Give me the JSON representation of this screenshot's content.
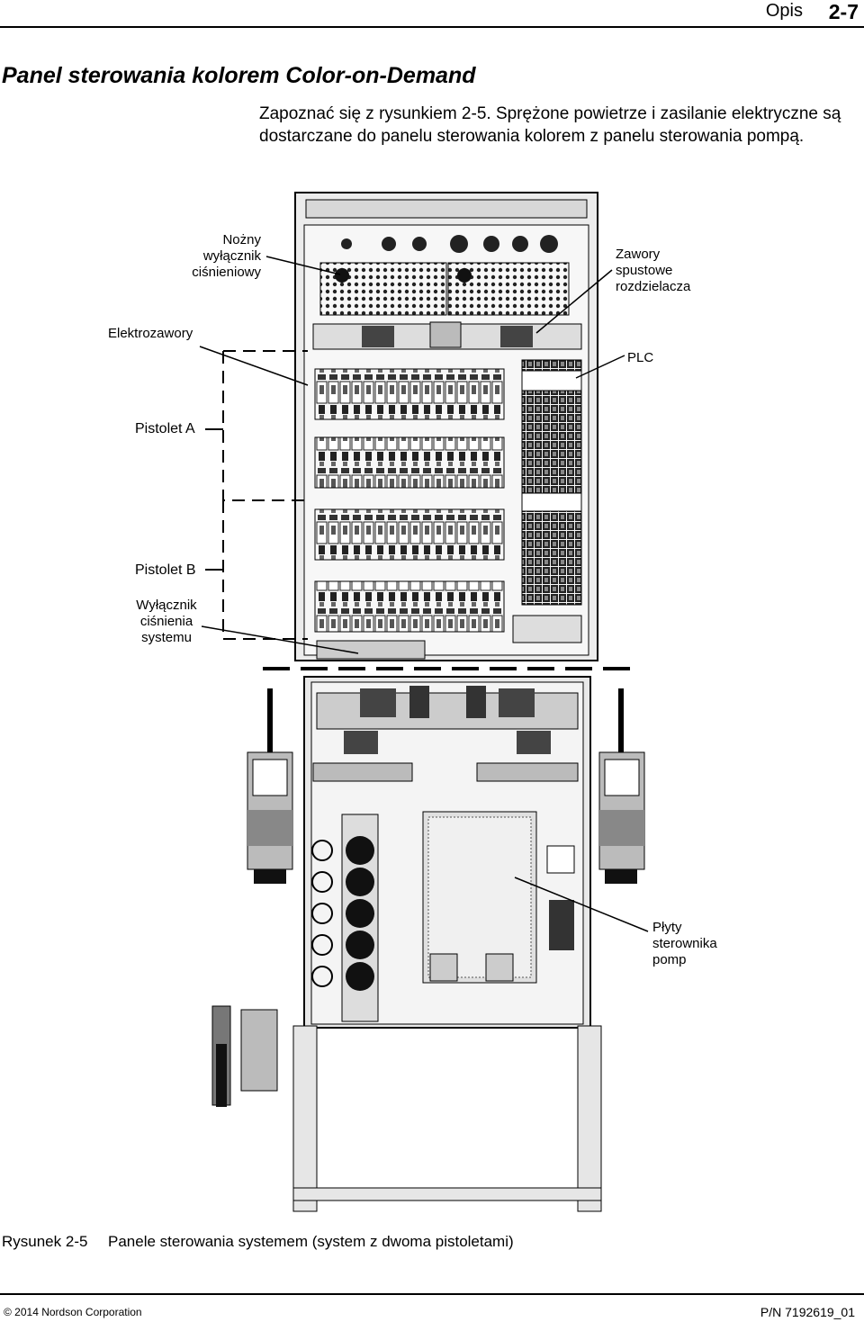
{
  "header": {
    "section": "Opis",
    "page": "2-7"
  },
  "title": "Panel sterowania kolorem Color-on-Demand",
  "intro": "Zapoznać się z rysunkiem 2-5. Sprężone powietrze i zasilanie elektryczne są dostarczane do panelu sterowania kolorem z panelu sterowania pompą.",
  "figure": {
    "labels": {
      "foot_switch": "Nożny wyłącznik ciśnieniowy",
      "drain_valves": "Zawory spustowe rozdzielacza",
      "solenoids": "Elektrozawory",
      "plc": "PLC",
      "gun_a": "Pistolet A",
      "gun_b": "Pistolet B",
      "pressure_switch": "Wyłącznik ciśnienia systemu",
      "pump_boards": "Płyty sterownika pomp"
    },
    "caption_number": "Rysunek 2-5",
    "caption_text": "Panele sterowania systemem (system z dwoma pistoletami)"
  },
  "footer": {
    "copyright": "© 2014 Nordson Corporation",
    "part_number": "P/N 7192619_01"
  }
}
